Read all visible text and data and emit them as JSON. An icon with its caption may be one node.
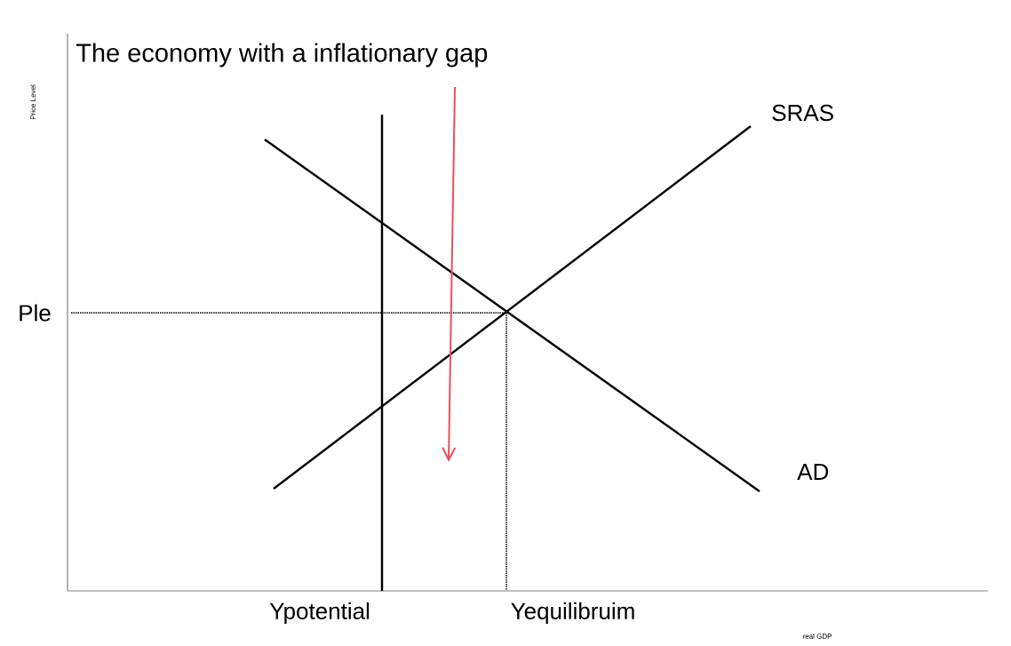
{
  "diagram": {
    "title": "The economy with a inflationary gap",
    "labels": [
      "Price Level",
      "SRAS",
      "Ple",
      "AD",
      "Ypotential",
      "Yequilibruim",
      "real GDP"
    ]
  }
}
